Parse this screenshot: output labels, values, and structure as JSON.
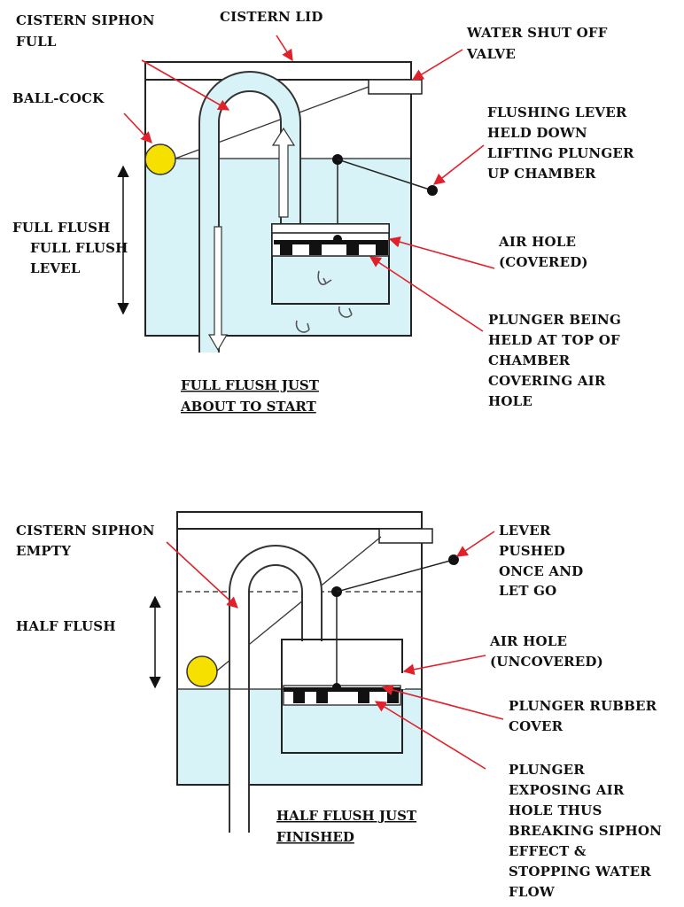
{
  "colors": {
    "water": "#d8f3f8",
    "ball": "#f5e000",
    "pointer": "#e0202a",
    "outline": "#222222"
  },
  "top": {
    "labels": {
      "siphon_l1": "CISTERN SIPHON",
      "siphon_l2": "FULL",
      "lid": "CISTERN LID",
      "valve_l1": "WATER SHUT OFF",
      "valve_l2": "VALVE",
      "ballcock": "BALL-COCK",
      "lever_l1": "FLUSHING LEVER",
      "lever_l2": "HELD DOWN",
      "lever_l3": "LIFTING PLUNGER",
      "lever_l4": "UP CHAMBER",
      "flush_l1": "FULL FLUSH",
      "flush_l2": "FULL FLUSH",
      "flush_l3": "LEVEL",
      "airhole_l1": "AIR HOLE",
      "airhole_l2": "(COVERED)",
      "plunger_l1": "PLUNGER BEING",
      "plunger_l2": "HELD AT TOP OF",
      "plunger_l3": "CHAMBER",
      "plunger_l4": "COVERING AIR",
      "plunger_l5": "HOLE"
    },
    "caption_l1": "FULL FLUSH JUST",
    "caption_l2": "ABOUT TO START"
  },
  "bottom": {
    "labels": {
      "siphon_l1": "CISTERN SIPHON",
      "siphon_l2": "EMPTY",
      "lever_l1": "LEVER",
      "lever_l2": "PUSHED",
      "lever_l3": "ONCE AND",
      "lever_l4": "LET GO",
      "flush_l1": "HALF FLUSH",
      "airhole_l1": "AIR HOLE",
      "airhole_l2": "(UNCOVERED)",
      "rubber_l1": "PLUNGER RUBBER",
      "rubber_l2": "COVER",
      "plunger_l1": "PLUNGER",
      "plunger_l2": "EXPOSING AIR",
      "plunger_l3": "HOLE THUS",
      "plunger_l4": "BREAKING SIPHON",
      "plunger_l5": "EFFECT &",
      "plunger_l6": "STOPPING WATER",
      "plunger_l7": "FLOW"
    },
    "caption_l1": "HALF FLUSH JUST",
    "caption_l2": "FINISHED"
  }
}
